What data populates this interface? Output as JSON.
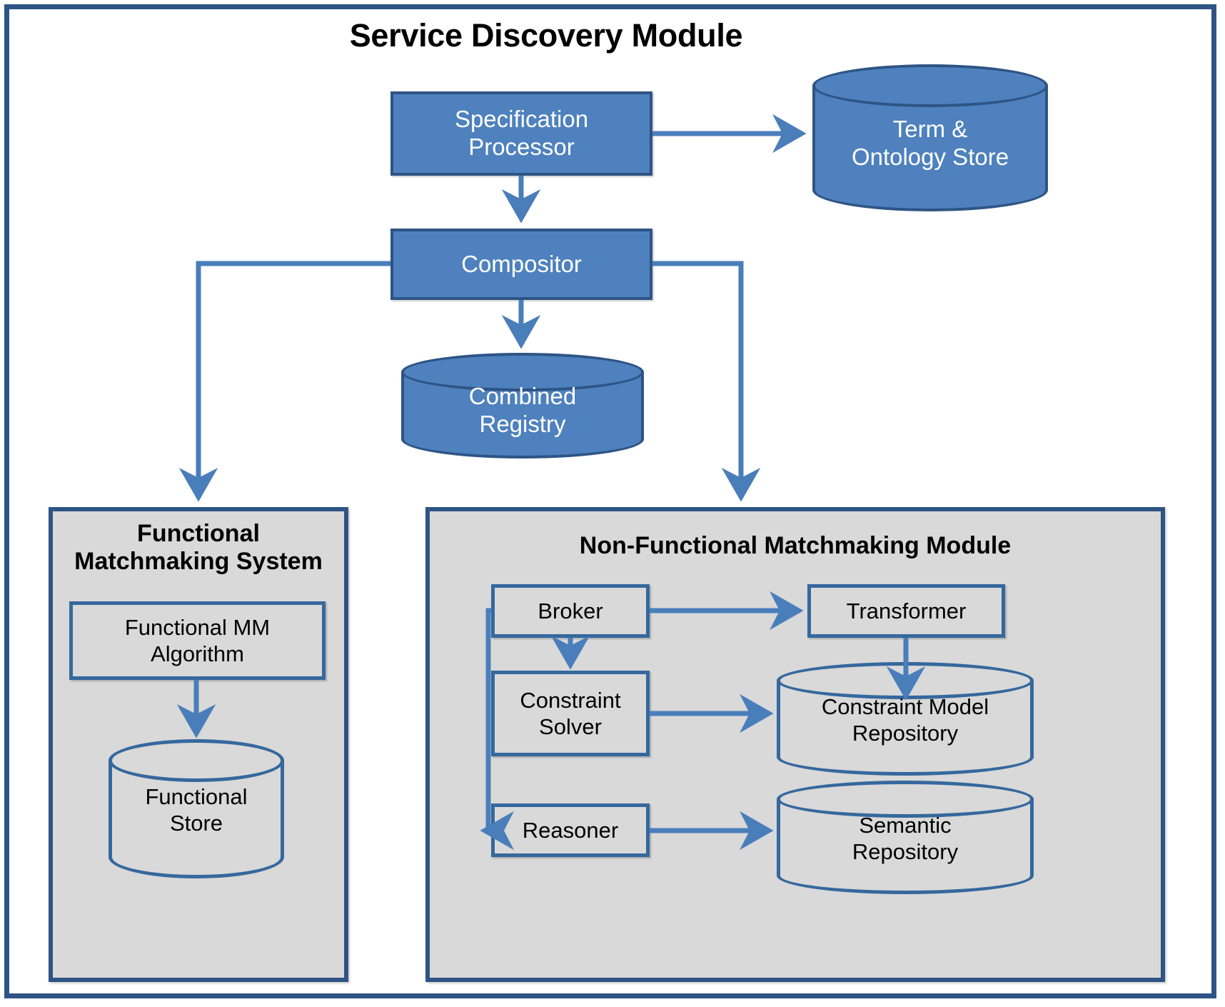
{
  "diagram": {
    "title": "Service Discovery Module",
    "accent_blue": "#4E81BD",
    "border_blue": "#2E5485",
    "panel_gray": "#D9D9D9",
    "connector_blue": "#4A7EBB"
  },
  "nodes": {
    "specification_processor": {
      "label": "Specification Processor",
      "line1": "Specification",
      "line2": "Processor",
      "type": "process"
    },
    "term_ontology_store": {
      "label": "Term & Ontology Store",
      "line1": "Term &",
      "line2": "Ontology Store",
      "type": "datastore"
    },
    "compositor": {
      "label": "Compositor",
      "type": "process"
    },
    "combined_registry": {
      "label": "Combined Registry",
      "line1": "Combined",
      "line2": "Registry",
      "type": "datastore"
    },
    "functional_mm_algorithm": {
      "label": "Functional MM Algorithm",
      "line1": "Functional MM",
      "line2": "Algorithm",
      "type": "process"
    },
    "functional_store": {
      "label": "Functional Store",
      "line1": "Functional",
      "line2": "Store",
      "type": "datastore"
    },
    "broker": {
      "label": "Broker",
      "type": "process"
    },
    "transformer": {
      "label": "Transformer",
      "type": "process"
    },
    "constraint_solver": {
      "label": "Constraint Solver",
      "line1": "Constraint",
      "line2": "Solver",
      "type": "process"
    },
    "constraint_model_repository": {
      "label": "Constraint Model Repository",
      "line1": "Constraint Model",
      "line2": "Repository",
      "type": "datastore"
    },
    "reasoner": {
      "label": "Reasoner",
      "type": "process"
    },
    "semantic_repository": {
      "label": "Semantic Repository",
      "line1": "Semantic",
      "line2": "Repository",
      "type": "datastore"
    }
  },
  "panels": {
    "functional": {
      "title_line1": "Functional",
      "title_line2": "Matchmaking System"
    },
    "nonfunctional": {
      "title": "Non-Functional Matchmaking  Module"
    }
  },
  "edges": [
    {
      "from": "specification_processor",
      "to": "term_ontology_store"
    },
    {
      "from": "specification_processor",
      "to": "compositor"
    },
    {
      "from": "compositor",
      "to": "combined_registry"
    },
    {
      "from": "compositor",
      "to": "functional_matchmaking_system"
    },
    {
      "from": "compositor",
      "to": "nonfunctional_matchmaking_module"
    },
    {
      "from": "functional_mm_algorithm",
      "to": "functional_store"
    },
    {
      "from": "broker",
      "to": "transformer"
    },
    {
      "from": "broker",
      "to": "constraint_solver"
    },
    {
      "from": "broker",
      "to": "reasoner"
    },
    {
      "from": "transformer",
      "to": "constraint_model_repository"
    },
    {
      "from": "constraint_solver",
      "to": "constraint_model_repository"
    },
    {
      "from": "reasoner",
      "to": "semantic_repository"
    }
  ]
}
